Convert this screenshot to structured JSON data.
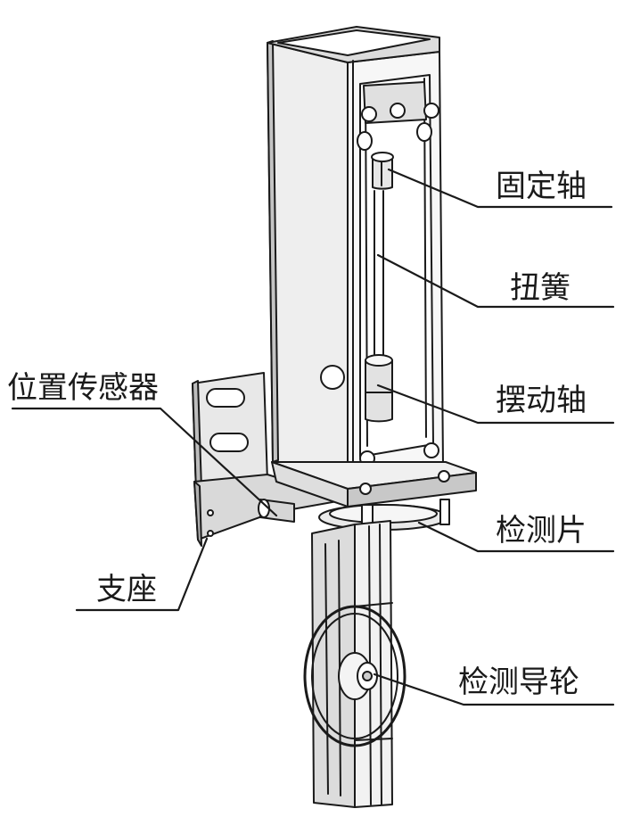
{
  "labels": {
    "fixed_shaft": "固定轴",
    "torsion_spring": "扭簧",
    "swing_shaft": "摆动轴",
    "position_sensor": "位置传感器",
    "detection_plate": "检测片",
    "support_base": "支座",
    "detection_guide_wheel": "检测导轮"
  },
  "colors": {
    "line": "#1a1a1a",
    "face_light": "#f2f2f2",
    "face_mid": "#d9d9d9",
    "face_dark": "#a8a8a8",
    "background": "#ffffff"
  }
}
